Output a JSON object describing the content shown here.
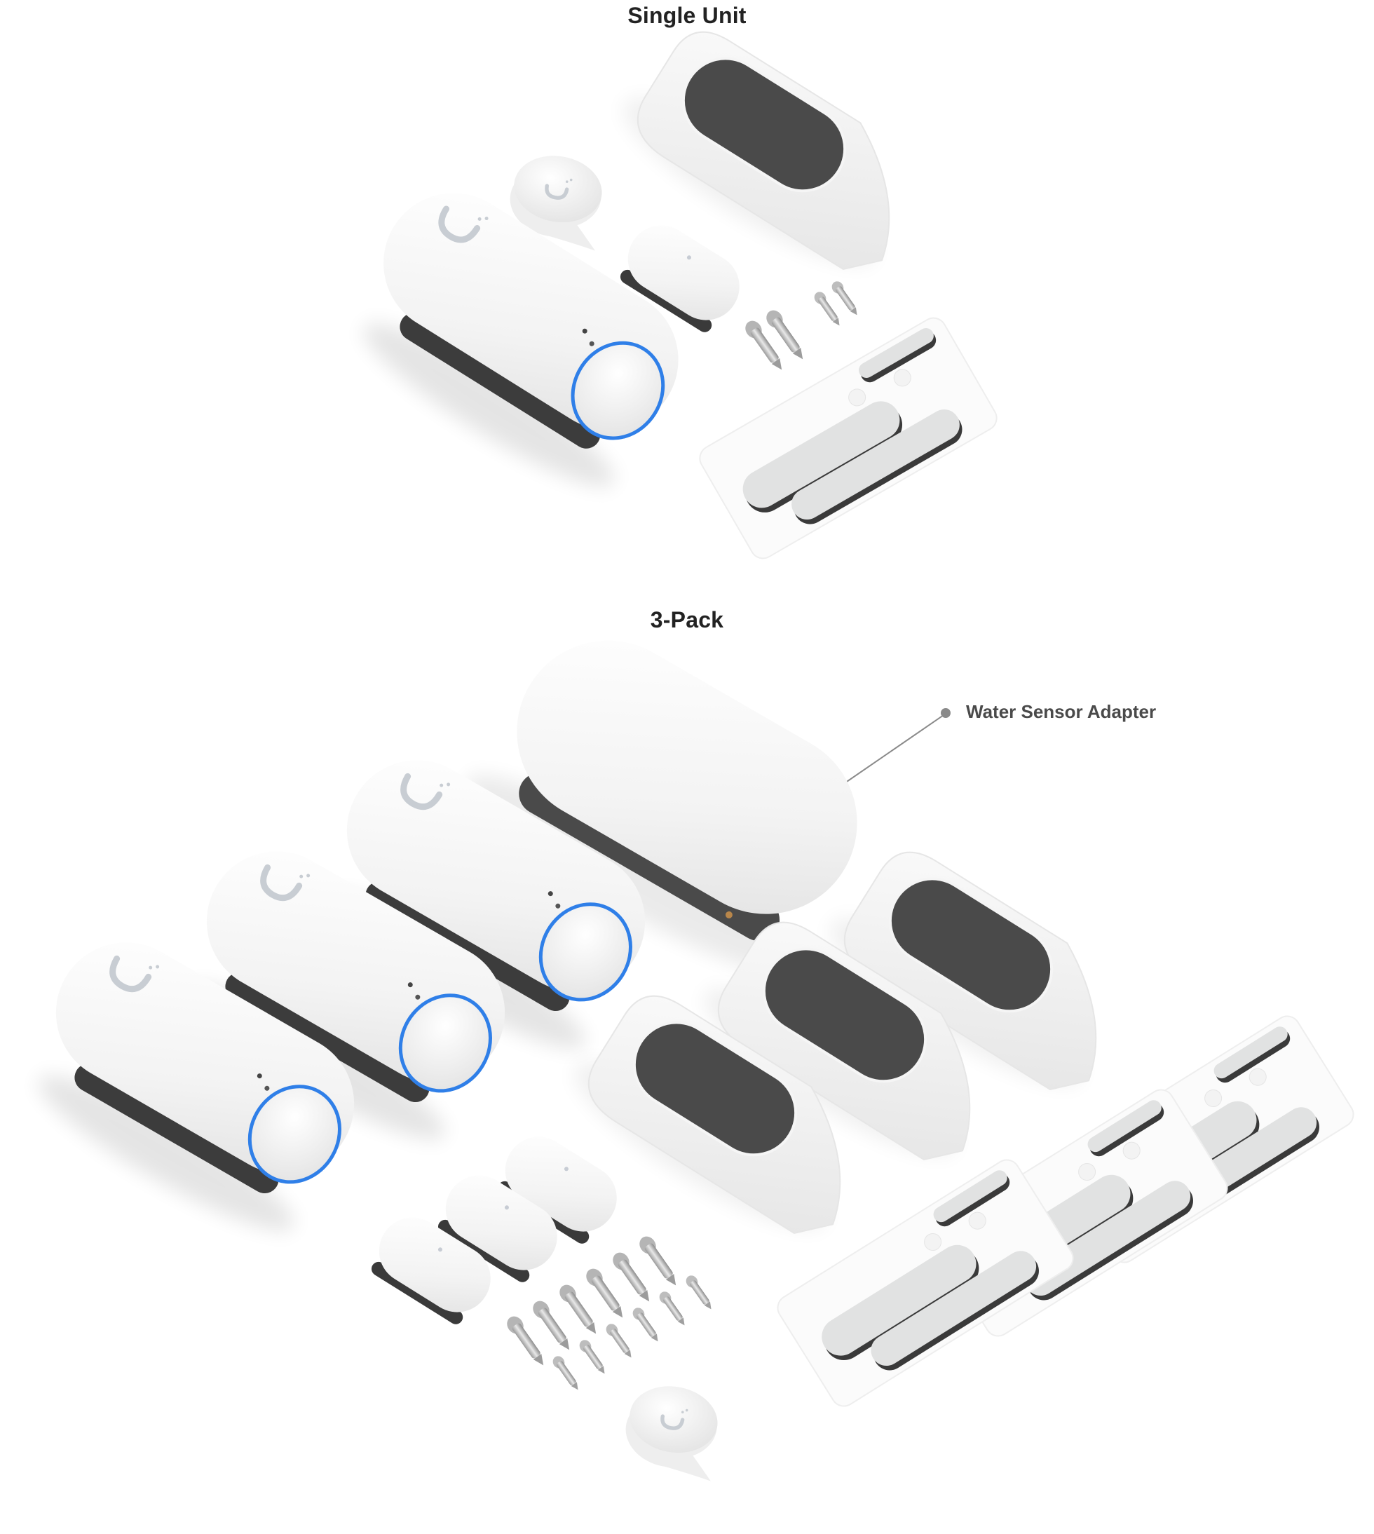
{
  "sections": [
    {
      "title": "Single Unit",
      "items": {
        "sensor_count": 1,
        "magnet_count": 1,
        "probe_count": 1,
        "mount_count": 1,
        "adhesive_sheet_count": 1,
        "large_screw_count": 2,
        "small_screw_count": 2
      }
    },
    {
      "title": "3-Pack",
      "items": {
        "sensor_count": 3,
        "magnet_count": 3,
        "probe_count": 1,
        "mount_count": 3,
        "adhesive_sheet_count": 3,
        "water_sensor_adapter_count": 1,
        "large_screw_count": 6,
        "small_screw_count": 6
      },
      "callouts": [
        {
          "label": "Water Sensor Adapter"
        }
      ]
    }
  ],
  "colors": {
    "title_text": "#222222",
    "callout_text": "#4a4a4a",
    "callout_line": "#8a8a8a",
    "led_ring": "#2f7fe8",
    "device_body": "#f4f4f4",
    "mount_pad": "#4a4a4a",
    "adhesive_strip": "#e1e2e2",
    "logo": "#c8cdd3"
  }
}
